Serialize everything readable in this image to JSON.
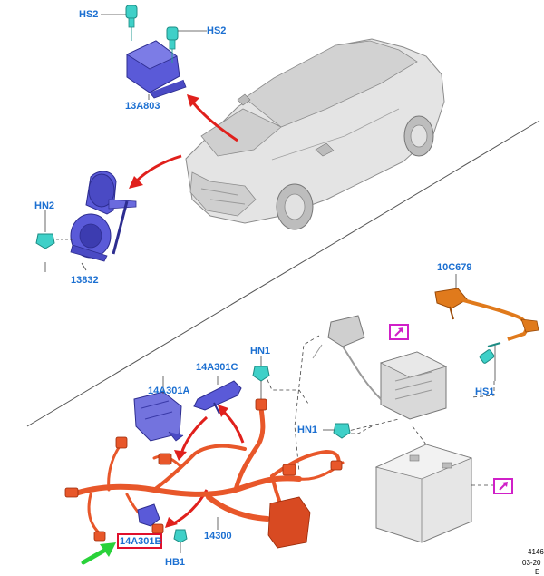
{
  "labels": {
    "hs2_top": "HS2",
    "hs2_right": "HS2",
    "p13a803": "13A803",
    "hn2": "HN2",
    "p13832": "13832",
    "p10c679": "10C679",
    "hs1": "HS1",
    "hn1_top": "HN1",
    "hn1_mid": "HN1",
    "p14a301c": "14A301C",
    "p14a301a": "14A301A",
    "p14a301b": "14A301B",
    "p14300": "14300",
    "hb1": "HB1"
  },
  "corner": {
    "line1": "4146",
    "line2": "03-20",
    "line3": "E"
  },
  "colors": {
    "callout": "#1b6fd1",
    "highlight": "#e0102c",
    "external_link": "#d020c8",
    "harness": "#e8572a",
    "bracket": "#5a5ad8",
    "fastener": "#3fd0c8",
    "cable": "#e07a1c",
    "pointer_arrow": "#2ad23a",
    "motion_arrow": "#e0201c"
  },
  "icons": {
    "external_link": "external-link-icon",
    "pointer": "green-pointer-arrow-icon"
  }
}
